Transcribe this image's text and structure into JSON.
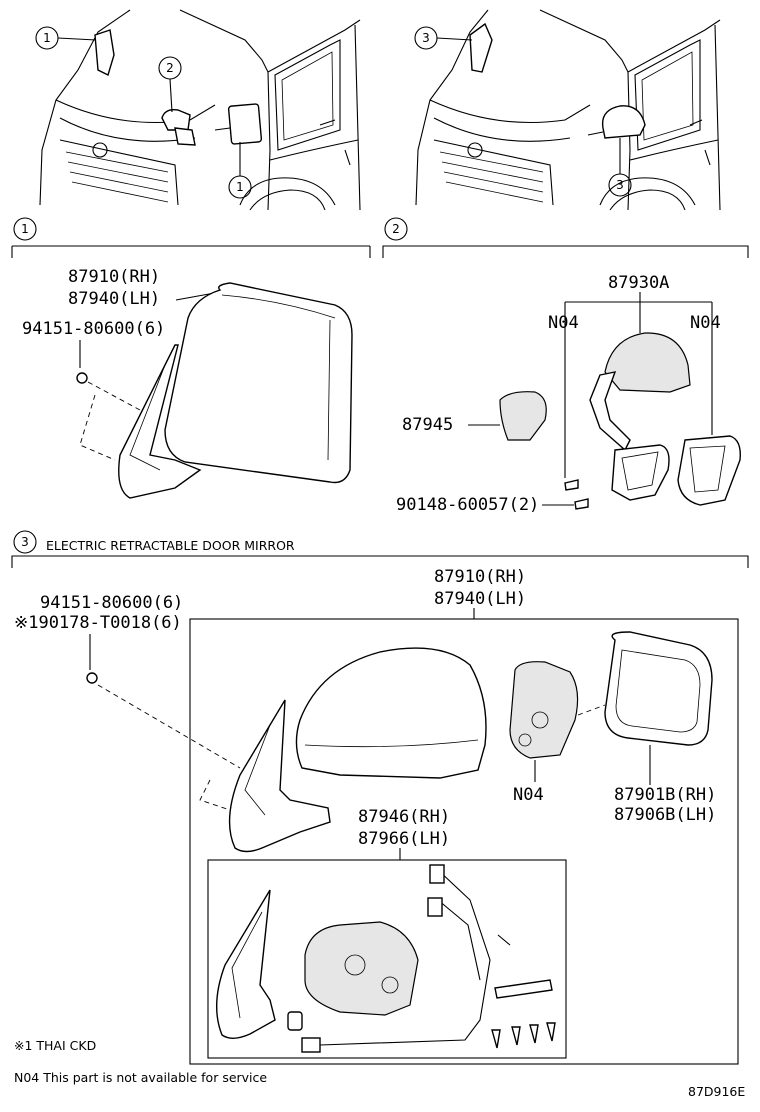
{
  "callouts": {
    "top_left_1": "1",
    "top_left_2": "2",
    "top_left_1b": "1",
    "top_right_3": "3",
    "top_right_3b": "3",
    "section1": "1",
    "section2": "2",
    "section3": "3"
  },
  "section3_title": "ELECTRIC RETRACTABLE DOOR MIRROR",
  "section1_labels": {
    "mirror_rh": "87910(RH)",
    "mirror_lh": "87940(LH)",
    "bolt": "94151-80600(6)"
  },
  "section2_labels": {
    "assy": "87930A",
    "n04_left": "N04",
    "n04_right": "N04",
    "cover": "87945",
    "screw": "90148-60057(2)"
  },
  "section3_labels": {
    "mirror_rh": "87910(RH)",
    "mirror_lh": "87940(LH)",
    "bolt": "94151-80600(6)",
    "bolt_thai": "※190178-T0018(6)",
    "n04": "N04",
    "glass_rh": "87901B(RH)",
    "glass_lh": "87906B(LH)",
    "retract_rh": "87946(RH)",
    "retract_lh": "87966(LH)"
  },
  "footnotes": {
    "thai": "※1 THAI CKD",
    "n04_note": "N04 This part is not available for service"
  },
  "diagram_code": "87D916E"
}
